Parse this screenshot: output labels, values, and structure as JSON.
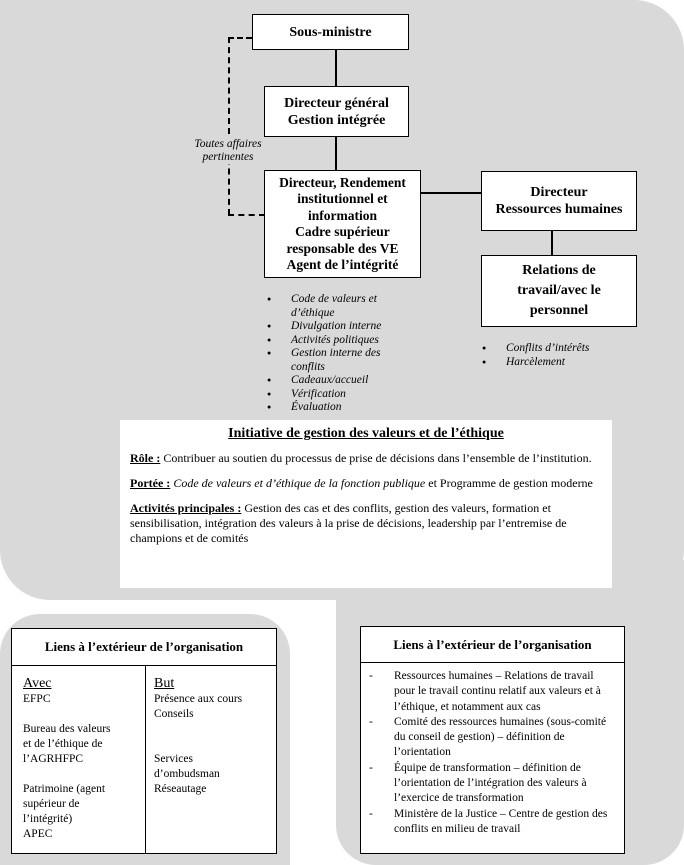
{
  "org": {
    "sous_ministre": "Sous-ministre",
    "dg": [
      "Directeur général",
      "Gestion intégrée"
    ],
    "dri": [
      "Directeur, Rendement",
      "institutionnel et",
      "information",
      "Cadre supérieur",
      "responsable des VE",
      "Agent de l’intégrité"
    ],
    "drh": [
      "Directeur",
      "Ressources humaines"
    ],
    "rt": [
      "Relations de",
      "travail/avec le",
      "personnel"
    ],
    "dashed_note": [
      "Toutes affaires",
      "pertinentes"
    ]
  },
  "left_bullets": [
    "Code de valeurs et d’éthique",
    "Divulgation interne",
    "Activités politiques",
    "Gestion interne des conflits",
    "Cadeaux/accueil",
    "Vérification",
    "Évaluation"
  ],
  "right_bullets": [
    "Conflits d’intérêts",
    "Harcèlement"
  ],
  "initiative": {
    "title": "Initiative de gestion des valeurs et de l’éthique",
    "role_label": "Rôle :",
    "role_text": " Contribuer au soutien du processus de prise de décisions dans l’ensemble de l’institution.",
    "portee_label": "Portée :",
    "portee_italic": " Code de valeurs et d’éthique de la fonction publique",
    "portee_text": " et Programme de gestion moderne",
    "activites_label": "Activités principales :",
    "activites_text": " Gestion des cas et des conflits, gestion des valeurs, formation et sensibilisation, intégration des valeurs à la prise de décisions, leadership par l’entremise de champions et de comités"
  },
  "ext_left": {
    "title": "Liens à l’extérieur de l’organisation",
    "col1_head": "Avec",
    "col1": [
      "EFPC",
      "",
      "Bureau des valeurs",
      "et de l’éthique de",
      "l’AGRHFPC",
      "",
      "Patrimoine (agent",
      "supérieur de",
      "l’intégrité)",
      "APEC"
    ],
    "col2_head": "But",
    "col2": [
      "Présence aux cours",
      "Conseils",
      "",
      "",
      "Services",
      "d’ombudsman",
      "Réseautage"
    ]
  },
  "ext_right": {
    "title": "Liens à l’extérieur de l’organisation",
    "items": [
      "Ressources humaines – Relations de travail pour le travail continu relatif aux valeurs et à l’éthique, et notamment aux cas",
      "Comité des ressources humaines (sous-comité du conseil de gestion) – définition de l’orientation",
      "Équipe de transformation – définition de l’orientation de l’intégration des valeurs à l’exercice de transformation",
      "Ministère de la Justice – Centre de gestion des conflits en milieu de travail"
    ]
  }
}
